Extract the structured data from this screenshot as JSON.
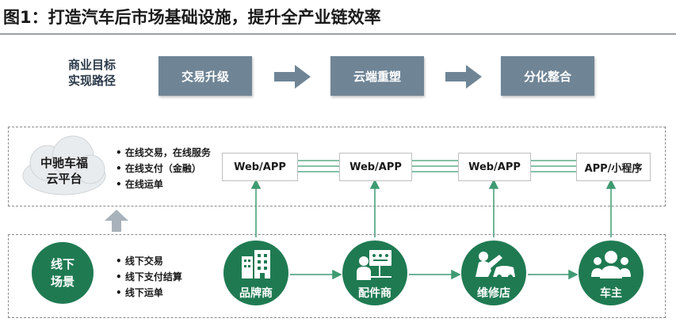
{
  "title": "图1：打造汽车后市场基础设施，提升全产业链效率",
  "goal_label": [
    "商业目标",
    "实现路径"
  ],
  "stages": [
    "交易升级",
    "云端重塑",
    "分化整合"
  ],
  "cloud": {
    "label": [
      "中驰车福",
      "云平台"
    ]
  },
  "online_services": [
    "在线交易，在线服务",
    "在线支付（金融）",
    "在线运单"
  ],
  "platforms": [
    "Web/APP",
    "Web/APP",
    "Web/APP",
    "APP/小程序"
  ],
  "offline": {
    "label": [
      "线下",
      "场景"
    ]
  },
  "offline_services": [
    "线下交易",
    "线下支付结算",
    "线下运单"
  ],
  "nodes": [
    {
      "label": "品牌商",
      "icon": "building-icon"
    },
    {
      "label": "配件商",
      "icon": "presenter-icon"
    },
    {
      "label": "维修店",
      "icon": "mechanic-car-icon"
    },
    {
      "label": "车主",
      "icon": "people-icon"
    }
  ],
  "colors": {
    "stage": "#6f8596",
    "node": "#1f7a52",
    "line_green": "#3f9a73"
  }
}
